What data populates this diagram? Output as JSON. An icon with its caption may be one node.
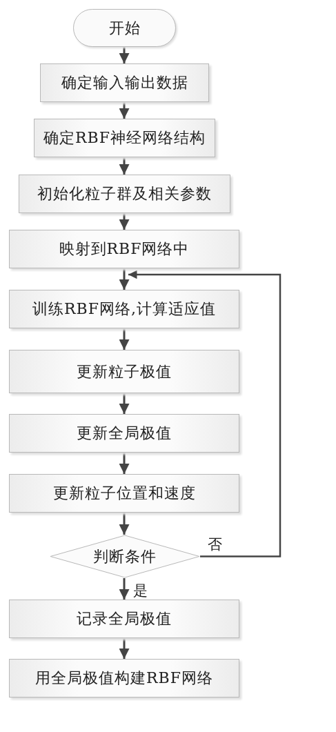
{
  "diagram": {
    "nodes": [
      {
        "text": [
          "开始"
        ]
      },
      {
        "text": [
          "确定输入输出数据"
        ]
      },
      {
        "text": [
          "确定RBF神经网络结构"
        ]
      },
      {
        "text": [
          "初始化粒子群及相关参数"
        ]
      },
      {
        "text": [
          "映射到RBF网络中"
        ]
      },
      {
        "text": [
          "训练RBF网络,计算适应值"
        ]
      },
      {
        "text": [
          "更新粒子极值"
        ]
      },
      {
        "text": [
          "更新全局极值"
        ]
      },
      {
        "text": [
          "更新粒子位置和速度"
        ]
      },
      {
        "text": [
          "判断条件"
        ]
      },
      {
        "text": [
          "记录全局极值"
        ]
      },
      {
        "text": [
          "用全局极值构建RBF网络"
        ]
      }
    ],
    "edges": [
      {
        "from": 0,
        "to": 1,
        "arrow": "to"
      },
      {
        "from": 1,
        "to": 2,
        "arrow": "to"
      },
      {
        "from": 2,
        "to": 3,
        "arrow": "to"
      },
      {
        "from": 3,
        "to": 4,
        "arrow": "to"
      },
      {
        "from": 4,
        "to": 5,
        "arrow": "to"
      },
      {
        "from": 5,
        "to": 6,
        "arrow": "to"
      },
      {
        "from": 6,
        "to": 7,
        "arrow": "to"
      },
      {
        "from": 7,
        "to": 8,
        "arrow": "to"
      },
      {
        "from": 8,
        "to": 9,
        "arrow": "to"
      },
      {
        "from": 9,
        "to": 10,
        "arrow": "to",
        "label": "是"
      },
      {
        "from": 10,
        "to": 11,
        "arrow": "to"
      },
      {
        "from": 9,
        "to": 5,
        "arrow": "to",
        "label": "否"
      }
    ]
  }
}
